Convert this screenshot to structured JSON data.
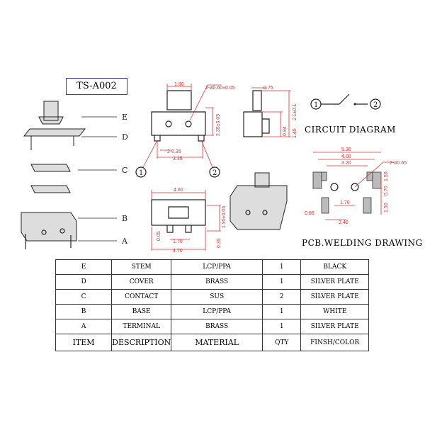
{
  "title": "TS-A002",
  "callouts": {
    "E": "E",
    "D": "D",
    "C": "C",
    "B": "B",
    "A": "A",
    "pin1": "1",
    "pin2": "2"
  },
  "front_view": {
    "d1": "1.80",
    "d2": "2-ø0.60±0.05",
    "d3": "2-0.35",
    "d4": "3.35",
    "d5": "2.35±0.05"
  },
  "side_view": {
    "d1": "0.75",
    "d2": "2.1±0.1",
    "d3": "1.40",
    "d4": "0.94"
  },
  "bottom_view": {
    "d1": "4.60",
    "d2": "1.95±0.05",
    "d3": "0.05",
    "d4": "1.70",
    "d5": "4.70",
    "d6": "0.35"
  },
  "circuit": {
    "label": "CIRCUIT DIAGRAM",
    "p1": "1",
    "p2": "2"
  },
  "pcb": {
    "label": "PCB.WELDING DRAWING",
    "d1": "5.30",
    "d2": "4.00",
    "d3": "3.20",
    "d4": "2-ø0.65",
    "d5": "1.70",
    "d6": "1.50",
    "d7": "0.70",
    "d8": "1.50",
    "d9": "0.60",
    "d10": "3.40"
  },
  "table": {
    "rows": [
      [
        "E",
        "STEM",
        "LCP/PPA",
        "1",
        "BLACK"
      ],
      [
        "D",
        "COVER",
        "BRASS",
        "1",
        "SILVER PLATE"
      ],
      [
        "C",
        "CONTACT",
        "SUS",
        "2",
        "SILVER PLATE"
      ],
      [
        "B",
        "BASE",
        "LCP/PPA",
        "1",
        "WHITE"
      ],
      [
        "A",
        "TERMINAL",
        "BRASS",
        "1",
        "SILVER PLATE"
      ]
    ],
    "header": [
      "ITEM",
      "DESCRIPTION",
      "MATERIAL",
      "QTY",
      "FINSH/COLOR"
    ]
  }
}
